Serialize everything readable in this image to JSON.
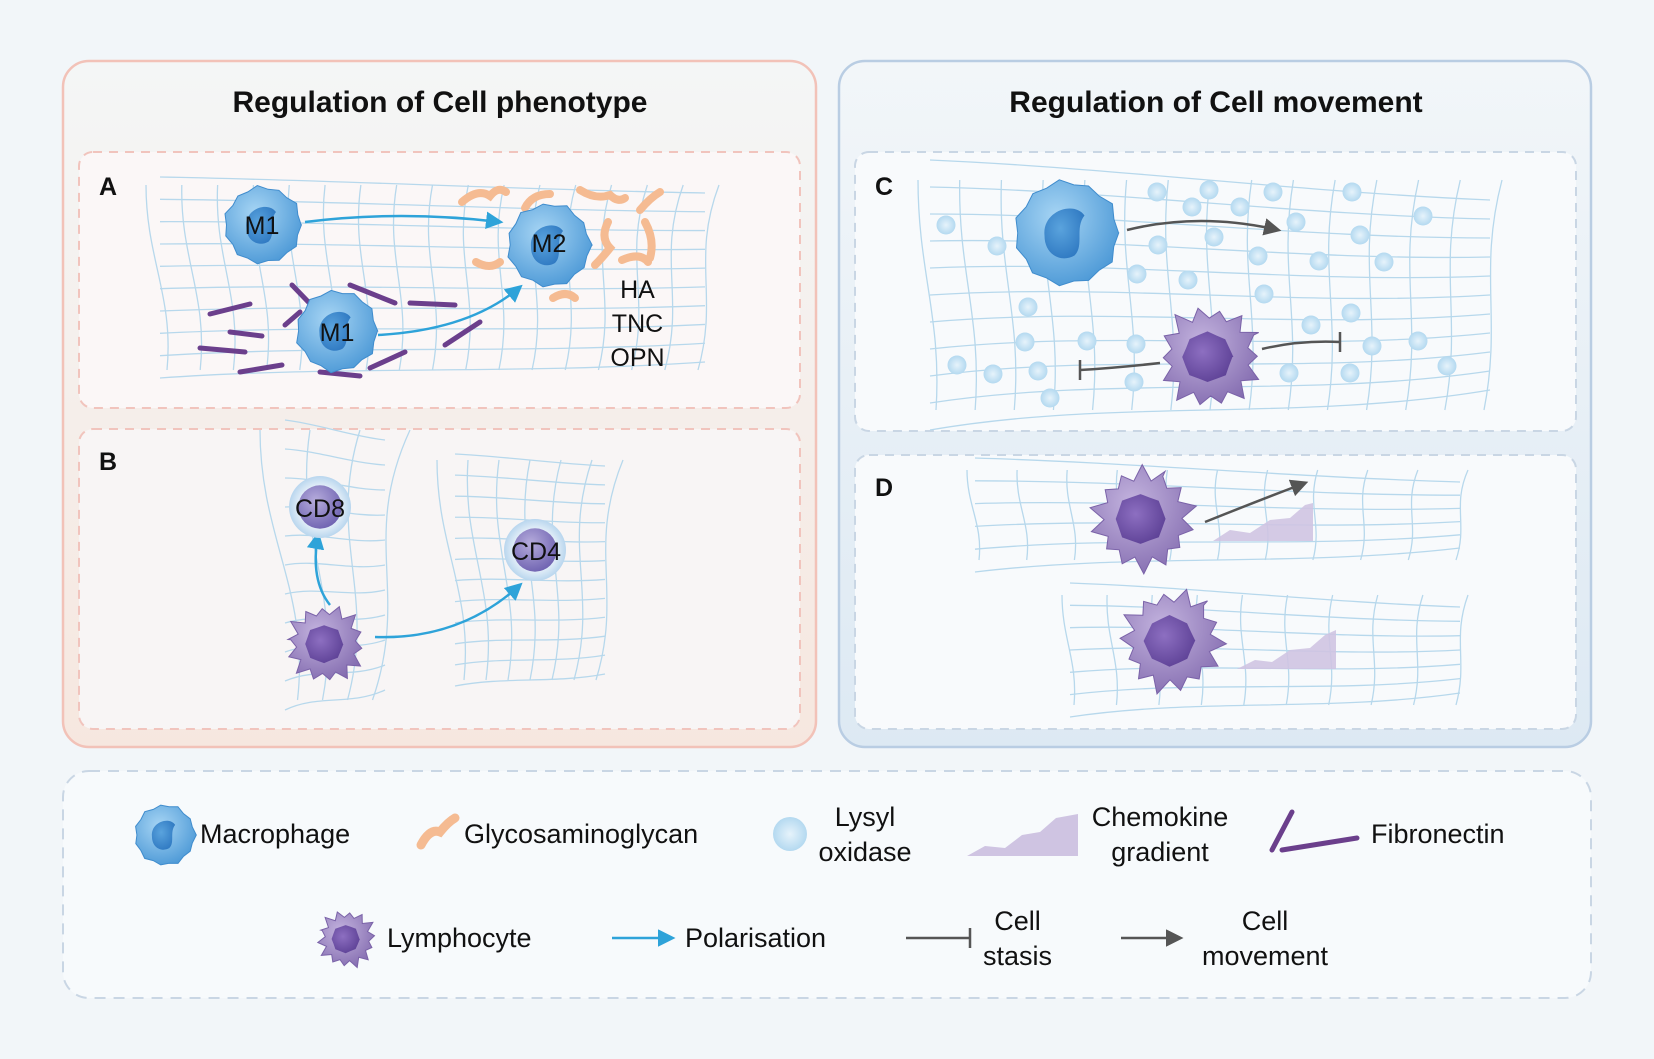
{
  "panels": {
    "left_title": "Regulation of Cell phenotype",
    "right_title": "Regulation of Cell movement"
  },
  "subpanels": {
    "A": {
      "letter": "A",
      "m1_top": "M1",
      "m1_bottom": "M1",
      "m2": "M2",
      "ecm_1": "HA",
      "ecm_2": "TNC",
      "ecm_3": "OPN"
    },
    "B": {
      "letter": "B",
      "cd8": "CD8",
      "cd4": "CD4"
    },
    "C": {
      "letter": "C"
    },
    "D": {
      "letter": "D"
    }
  },
  "legend": {
    "macrophage": "Macrophage",
    "glycosaminoglycan": "Glycosaminoglycan",
    "lysyl_1": "Lysyl",
    "lysyl_2": "oxidase",
    "chemokine_1": "Chemokine",
    "chemokine_2": "gradient",
    "fibronectin": "Fibronectin",
    "lymphocyte": "Lymphocyte",
    "polarisation": "Polarisation",
    "stasis_1": "Cell",
    "stasis_2": "stasis",
    "movement_1": "Cell",
    "movement_2": "movement"
  },
  "colors": {
    "left_panel_border": "#f2c2b8",
    "right_panel_border": "#b9cde3",
    "macrophage": "#5aa6df",
    "lymphocyte": "#8b74b6",
    "glycosaminoglycan": "#f5bb92",
    "fibronectin": "#6b3f8c",
    "lysyl_oxidase": "#bfe0f3",
    "polarisation_arrow": "#2ea3d9",
    "movement_arrow": "#555555",
    "chemokine_gradient": "#cfc4e2"
  }
}
